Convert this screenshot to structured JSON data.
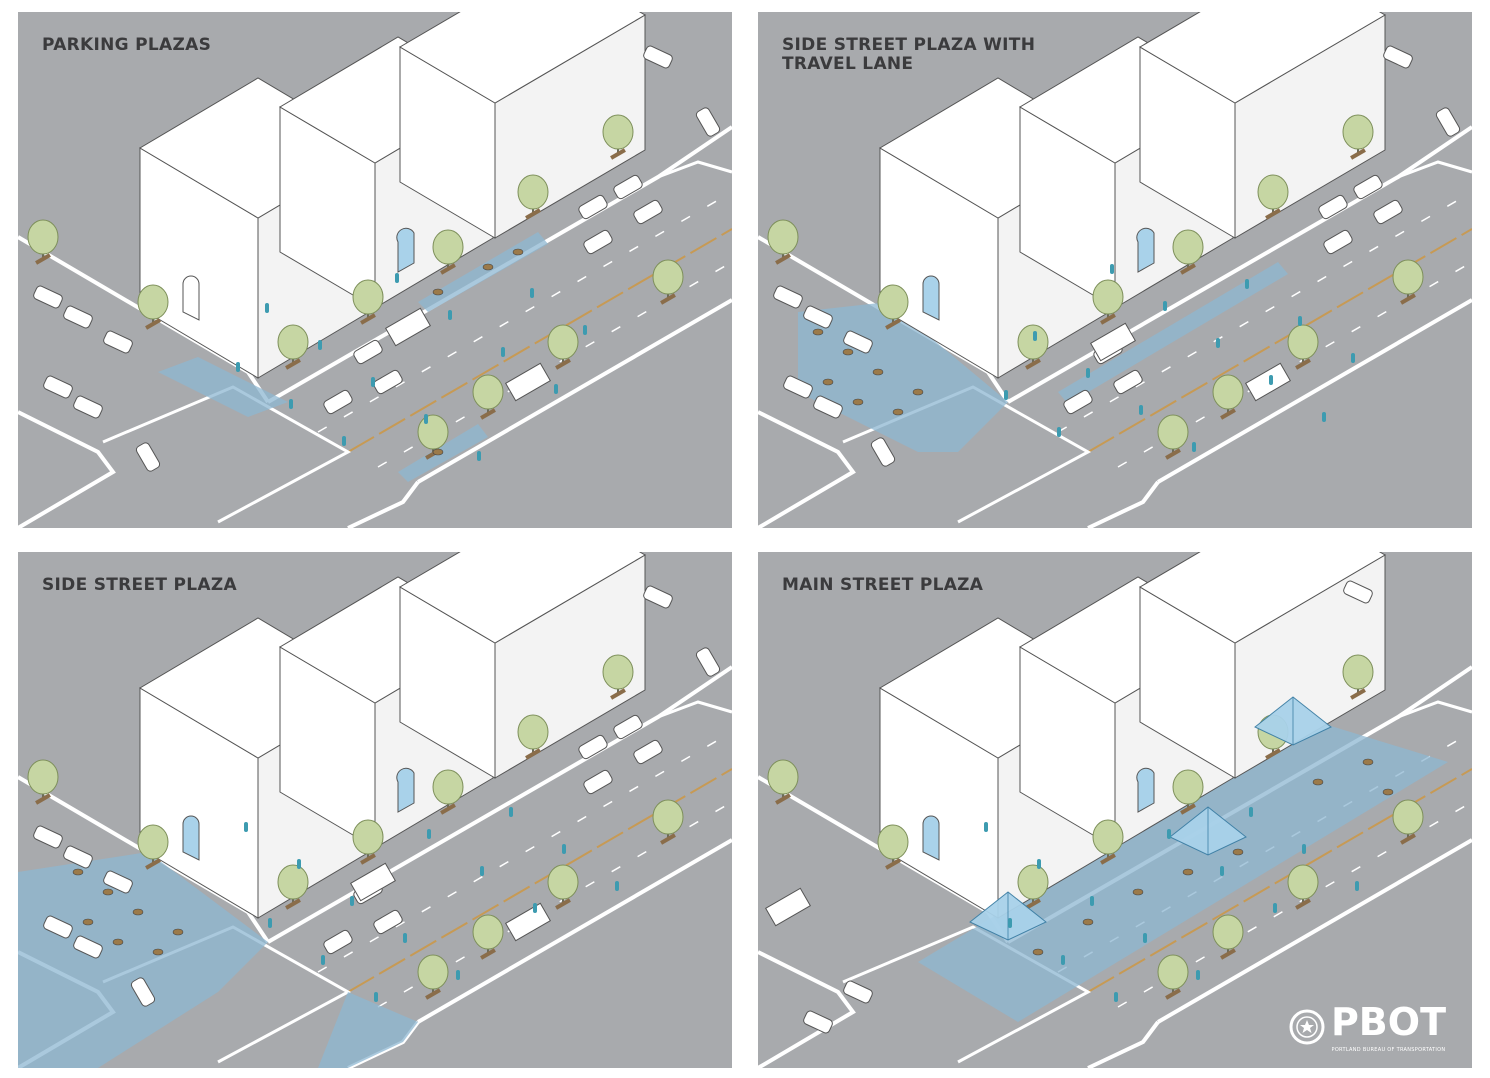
{
  "panels": [
    {
      "title": "PARKING PLAZAS",
      "variant": "parking"
    },
    {
      "title": "SIDE STREET PLAZA WITH\nTRAVEL LANE",
      "variant": "side-travel"
    },
    {
      "title": "SIDE STREET PLAZA",
      "variant": "side"
    },
    {
      "title": "MAIN STREET PLAZA",
      "variant": "main"
    }
  ],
  "logo": {
    "word": "PBOT",
    "subtitle": "PORTLAND BUREAU OF TRANSPORTATION"
  },
  "colors": {
    "ground": "#a8aaad",
    "building": "#ffffff",
    "plaza": "#8db7d2",
    "tree": "#c6d6a3",
    "centerline": "#c79a54"
  }
}
